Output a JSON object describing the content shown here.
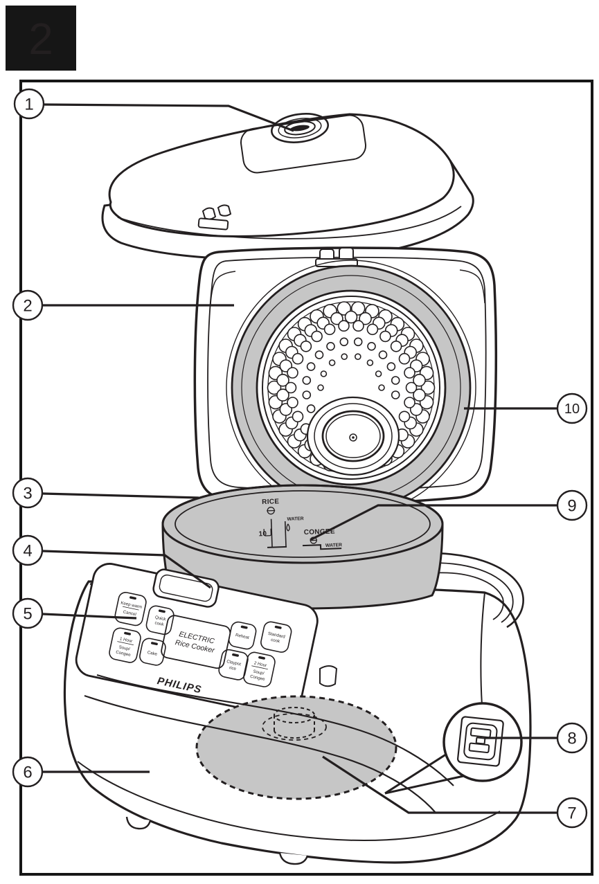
{
  "page": {
    "tab_number": "2"
  },
  "device": {
    "brand_logo": "PHILIPS",
    "display": {
      "line1": "ELECTRIC",
      "line2": "Rice Cooker"
    },
    "control_buttons": [
      {
        "id": "keep-warm-cancel",
        "lines": [
          "Keep warm",
          "Cancel"
        ]
      },
      {
        "id": "quick-cook",
        "lines": [
          "Quick",
          "cook"
        ]
      },
      {
        "id": "one-hour-soup-congee",
        "lines": [
          "1 Hour",
          "Soup/",
          "Congee"
        ]
      },
      {
        "id": "cake",
        "lines": [
          "Cake"
        ]
      },
      {
        "id": "reheat",
        "lines": [
          "Reheat"
        ]
      },
      {
        "id": "standard-cook",
        "lines": [
          "Standard",
          "cook"
        ]
      },
      {
        "id": "claypot-rice",
        "lines": [
          "Claypot",
          "rice"
        ]
      },
      {
        "id": "two-hour-soup-congee",
        "lines": [
          "2 Hour",
          "Soup/",
          "Congee"
        ]
      }
    ],
    "pot_markings": {
      "rice": "RICE",
      "water_upper": "WATER",
      "level": "10",
      "congee": "CONGEE",
      "water_lower": "WATER"
    }
  },
  "callouts": [
    "1",
    "2",
    "3",
    "4",
    "5",
    "6",
    "7",
    "8",
    "9",
    "10"
  ],
  "colors": {
    "line": "#231f20",
    "gray_fill": "#c6c6c6",
    "tab_bg": "#161616",
    "tab_fg": "#ffffff"
  }
}
